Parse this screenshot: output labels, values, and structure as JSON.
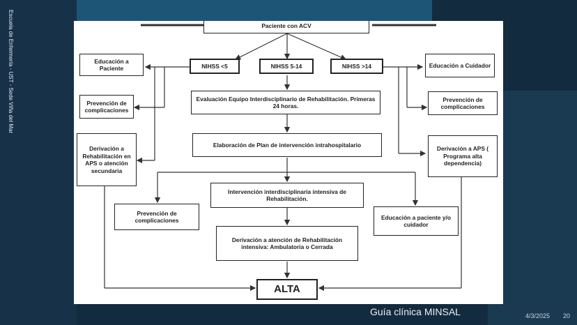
{
  "side_label": "Escuela de Enfermería - UST - Sede Viña del Mar",
  "flow": {
    "paciente_acv": "Paciente con ACV",
    "nihss_low": "NIHSS <5",
    "nihss_mid": "NIHSS 5-14",
    "nihss_high": "NIHSS >14",
    "educacion_paciente": "Educación a Paciente",
    "prevencion_left": "Prevención de complicaciones",
    "derivacion_left": "Derivación a Rehabilitación en APS o atención secundaria",
    "evaluacion": "Evaluación Equipo Interdisciplinario de Rehabilitación. Primeras 24 horas.",
    "elaboracion": "Elaboración de Plan de intervención intrahospitalario",
    "intervencion": "Intervención interdisciplinaria intensiva de Rehabilitación.",
    "prevencion_mid": "Prevención de complicaciones",
    "educacion_paciente_cuidador": "Educación a paciente y/o cuidador",
    "derivacion_intensiva": "Derivación a atención de Rehabilitación intensiva: Ambulatoria o Cerrada",
    "educacion_cuidador": "Educación a Cuidador",
    "prevencion_right": "Prevención de complicaciones",
    "derivacion_right": "Derivación a APS ( Programa alta dependencia)",
    "alta": "ALTA"
  },
  "footer": {
    "source": "Guía clínica MINSAL",
    "date": "4/3/2025",
    "page": "20"
  }
}
